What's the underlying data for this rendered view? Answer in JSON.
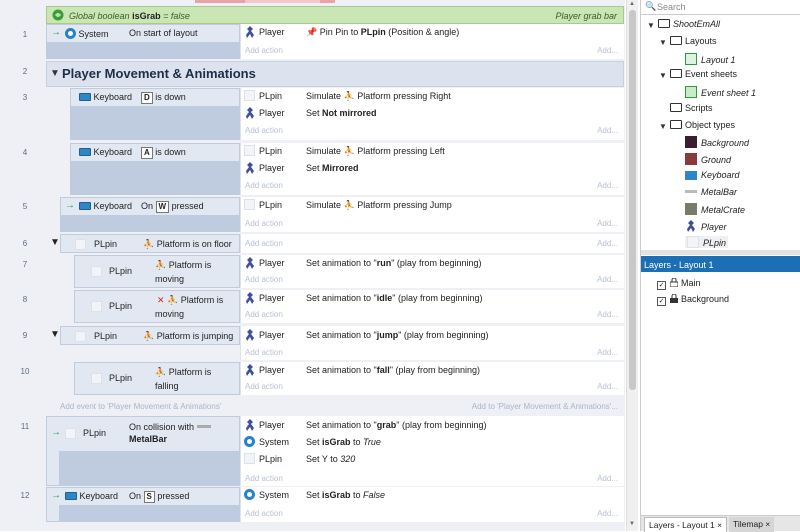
{
  "topbar": {
    "global_var": "Global boolean ",
    "global_var_name": "isGrab",
    "global_var_rest": " = false",
    "global_comment": "Player grab bar"
  },
  "group": {
    "title": "Player Movement & Animations"
  },
  "labels": {
    "add_action": "Add action",
    "add_ellipsis": "Add...",
    "add_event_to": "Add event to 'Player Movement & Animations'",
    "add_to": "Add to 'Player Movement & Animations'..."
  },
  "events": [
    {
      "num": "1",
      "obj": "System",
      "cond": "On start of layout",
      "a1_obj": "Player",
      "a1_pre": "Pin Pin to ",
      "a1_bold": "PLpin",
      "a1_rest": " (Position & angle)"
    },
    {
      "num": "2"
    },
    {
      "num": "3",
      "obj": "Keyboard",
      "key": "D",
      "cond": "is down",
      "a1_obj": "PLpin",
      "a1_pre": "Simulate ",
      "a1_plat": "Platform pressing Right",
      "a2_obj": "Player",
      "a2_pre": "Set ",
      "a2_bold": "Not mirrored"
    },
    {
      "num": "4",
      "obj": "Keyboard",
      "key": "A",
      "cond": "is down",
      "a1_obj": "PLpin",
      "a1_pre": "Simulate ",
      "a1_plat": "Platform pressing Left",
      "a2_obj": "Player",
      "a2_pre": "Set ",
      "a2_bold": "Mirrored"
    },
    {
      "num": "5",
      "obj": "Keyboard",
      "pre": "On ",
      "key": "W",
      "cond": "pressed",
      "a1_obj": "PLpin",
      "a1_pre": "Simulate ",
      "a1_plat": "Platform pressing Jump"
    },
    {
      "num": "6",
      "obj": "PLpin",
      "cond": "Platform is on floor"
    },
    {
      "num": "7",
      "obj": "PLpin",
      "cond": "Platform is",
      "cond2": "moving",
      "a1_obj": "Player",
      "a1_pre": "Set animation to \"",
      "a1_bold": "run",
      "a1_rest": "\" (play from beginning)"
    },
    {
      "num": "8",
      "obj": "PLpin",
      "cond": "Platform is",
      "cond2": "moving",
      "a1_obj": "Player",
      "a1_pre": "Set animation to \"",
      "a1_bold": "idle",
      "a1_rest": "\" (play from beginning)"
    },
    {
      "num": "9",
      "obj": "PLpin",
      "cond": "Platform is jumping",
      "a1_obj": "Player",
      "a1_pre": "Set animation to \"",
      "a1_bold": "jump",
      "a1_rest": "\" (play from beginning)"
    },
    {
      "num": "10",
      "obj": "PLpin",
      "cond": "Platform is",
      "cond2": "falling",
      "a1_obj": "Player",
      "a1_pre": "Set animation to \"",
      "a1_bold": "fall",
      "a1_rest": "\" (play from beginning)"
    },
    {
      "num": "11",
      "obj": "PLpin",
      "cond": "On collision with",
      "cond2": "MetalBar",
      "a1_obj": "Player",
      "a1_pre": "Set animation to \"",
      "a1_bold": "grab",
      "a1_rest": "\" (play from beginning)",
      "a2_obj": "System",
      "a2_pre": "Set ",
      "a2_bold": "isGrab",
      "a2_mid": " to ",
      "a2_it": "True",
      "a3_obj": "PLpin",
      "a3_pre": "Set Y to ",
      "a3_it": "320"
    },
    {
      "num": "12",
      "obj": "Keyboard",
      "pre": "On ",
      "key": "S",
      "cond": "pressed",
      "a1_obj": "System",
      "a1_pre": "Set ",
      "a1_bold": "isGrab",
      "a1_mid": " to ",
      "a1_it": "False"
    }
  ],
  "search": {
    "placeholder": "Search"
  },
  "project": {
    "root": "ShootEmAll",
    "layouts": "Layouts",
    "layout1": "Layout 1",
    "event_sheets": "Event sheets",
    "event_sheet1": "Event sheet 1",
    "scripts": "Scripts",
    "object_types": "Object types",
    "objects": [
      "Background",
      "Ground",
      "Keyboard",
      "MetalBar",
      "MetalCrate",
      "Player",
      "PLpin"
    ]
  },
  "layers": {
    "header": "Layers - Layout 1",
    "items": [
      "Main",
      "Background"
    ]
  },
  "tabs": {
    "layers": "Layers - Layout 1",
    "tilemap": "Tilemap",
    "close": "×"
  },
  "colors": {
    "group_bg": "#dce3ef",
    "global_bg": "#c9e6b4",
    "layer_header": "#1c6fb5",
    "platform_icon": "#e05a1c",
    "keyboard_icon": "#2f86c6"
  }
}
